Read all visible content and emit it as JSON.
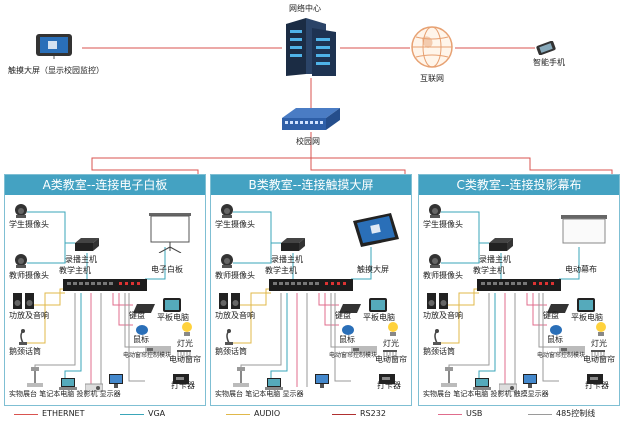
{
  "top": {
    "network_center": "网络中心",
    "touch_screen_main": "触摸大屏（显示校园监控）",
    "internet": "互联网",
    "smartphone": "智能手机",
    "campus_network": "校园网"
  },
  "panels": [
    {
      "title": "A类教室--连接电子白板",
      "student_cam": "学生摄像头",
      "teacher_cam": "教师摄像头",
      "recorder": "录播主机",
      "teaching_host": "教学主机",
      "display": "电子白板",
      "amp": "功放及音响",
      "keyboard": "键盘",
      "tablet": "平板电脑",
      "mouse": "鼠标",
      "mic": "鹅颈话筒",
      "light": "灯光",
      "curtain_ctrl": "电动窗帘",
      "curtain_switch": "电动窗帘控制模块",
      "card": "打卡器",
      "bottom_labels": "实物展台 笔记本电脑 投影机 显示器"
    },
    {
      "title": "B类教室--连接触摸大屏",
      "student_cam": "学生摄像头",
      "teacher_cam": "教师摄像头",
      "recorder": "录播主机",
      "teaching_host": "教学主机",
      "display": "触摸大屏",
      "amp": "功放及音响",
      "keyboard": "键盘",
      "tablet": "平板电脑",
      "mouse": "鼠标",
      "mic": "鹅颈话筒",
      "light": "灯光",
      "curtain_ctrl": "电动窗帘",
      "curtain_switch": "电动窗帘控制模块",
      "card": "打卡器",
      "bottom_labels": "实物展台 笔记本电脑 显示器"
    },
    {
      "title": "C类教室--连接投影幕布",
      "student_cam": "学生摄像头",
      "teacher_cam": "教师摄像头",
      "recorder": "录播主机",
      "teaching_host": "教学主机",
      "display": "电动幕布",
      "amp": "功放及音响",
      "keyboard": "键盘",
      "tablet": "平板电脑",
      "mouse": "鼠标",
      "mic": "鹅颈话筒",
      "light": "灯光",
      "curtain_ctrl": "电动窗帘",
      "curtain_switch": "电动窗帘控制模块",
      "card": "打卡器",
      "bottom_labels": "实物展台 笔记本电脑 投影机 触摸显示器"
    }
  ],
  "legend": [
    {
      "label": "ETHERNET",
      "color": "#d9534f"
    },
    {
      "label": "VGA",
      "color": "#3aa6b9"
    },
    {
      "label": "AUDIO",
      "color": "#e0b84a"
    },
    {
      "label": "RS232",
      "color": "#b03030"
    },
    {
      "label": "USB",
      "color": "#e06c8c"
    },
    {
      "label": "485控制线",
      "color": "#9a9a9a"
    }
  ],
  "colors": {
    "panel_header": "#44a2c2",
    "ethernet": "#d9534f",
    "vga": "#3aa6b9",
    "audio": "#e0b84a"
  }
}
